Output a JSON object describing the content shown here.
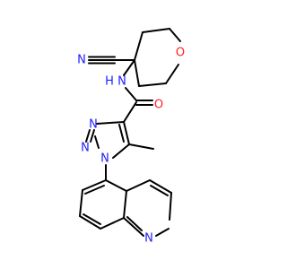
{
  "molecule": {
    "atoms": {
      "nitrile_n": {
        "label": "N",
        "color": "#2020ff"
      },
      "ring_o": {
        "label": "O",
        "color": "#ff2020"
      },
      "amide_nh": {
        "label": "N",
        "color": "#2020ff"
      },
      "amide_h": {
        "label": "H",
        "color": "#2020ff"
      },
      "carbonyl_o": {
        "label": "O",
        "color": "#ff2020"
      },
      "triazole_n3": {
        "label": "N",
        "color": "#2020ff"
      },
      "triazole_n2": {
        "label": "N",
        "color": "#2020ff"
      },
      "triazole_n1": {
        "label": "N",
        "color": "#2020ff"
      },
      "quinoline_n": {
        "label": "N",
        "color": "#2020ff"
      }
    }
  }
}
